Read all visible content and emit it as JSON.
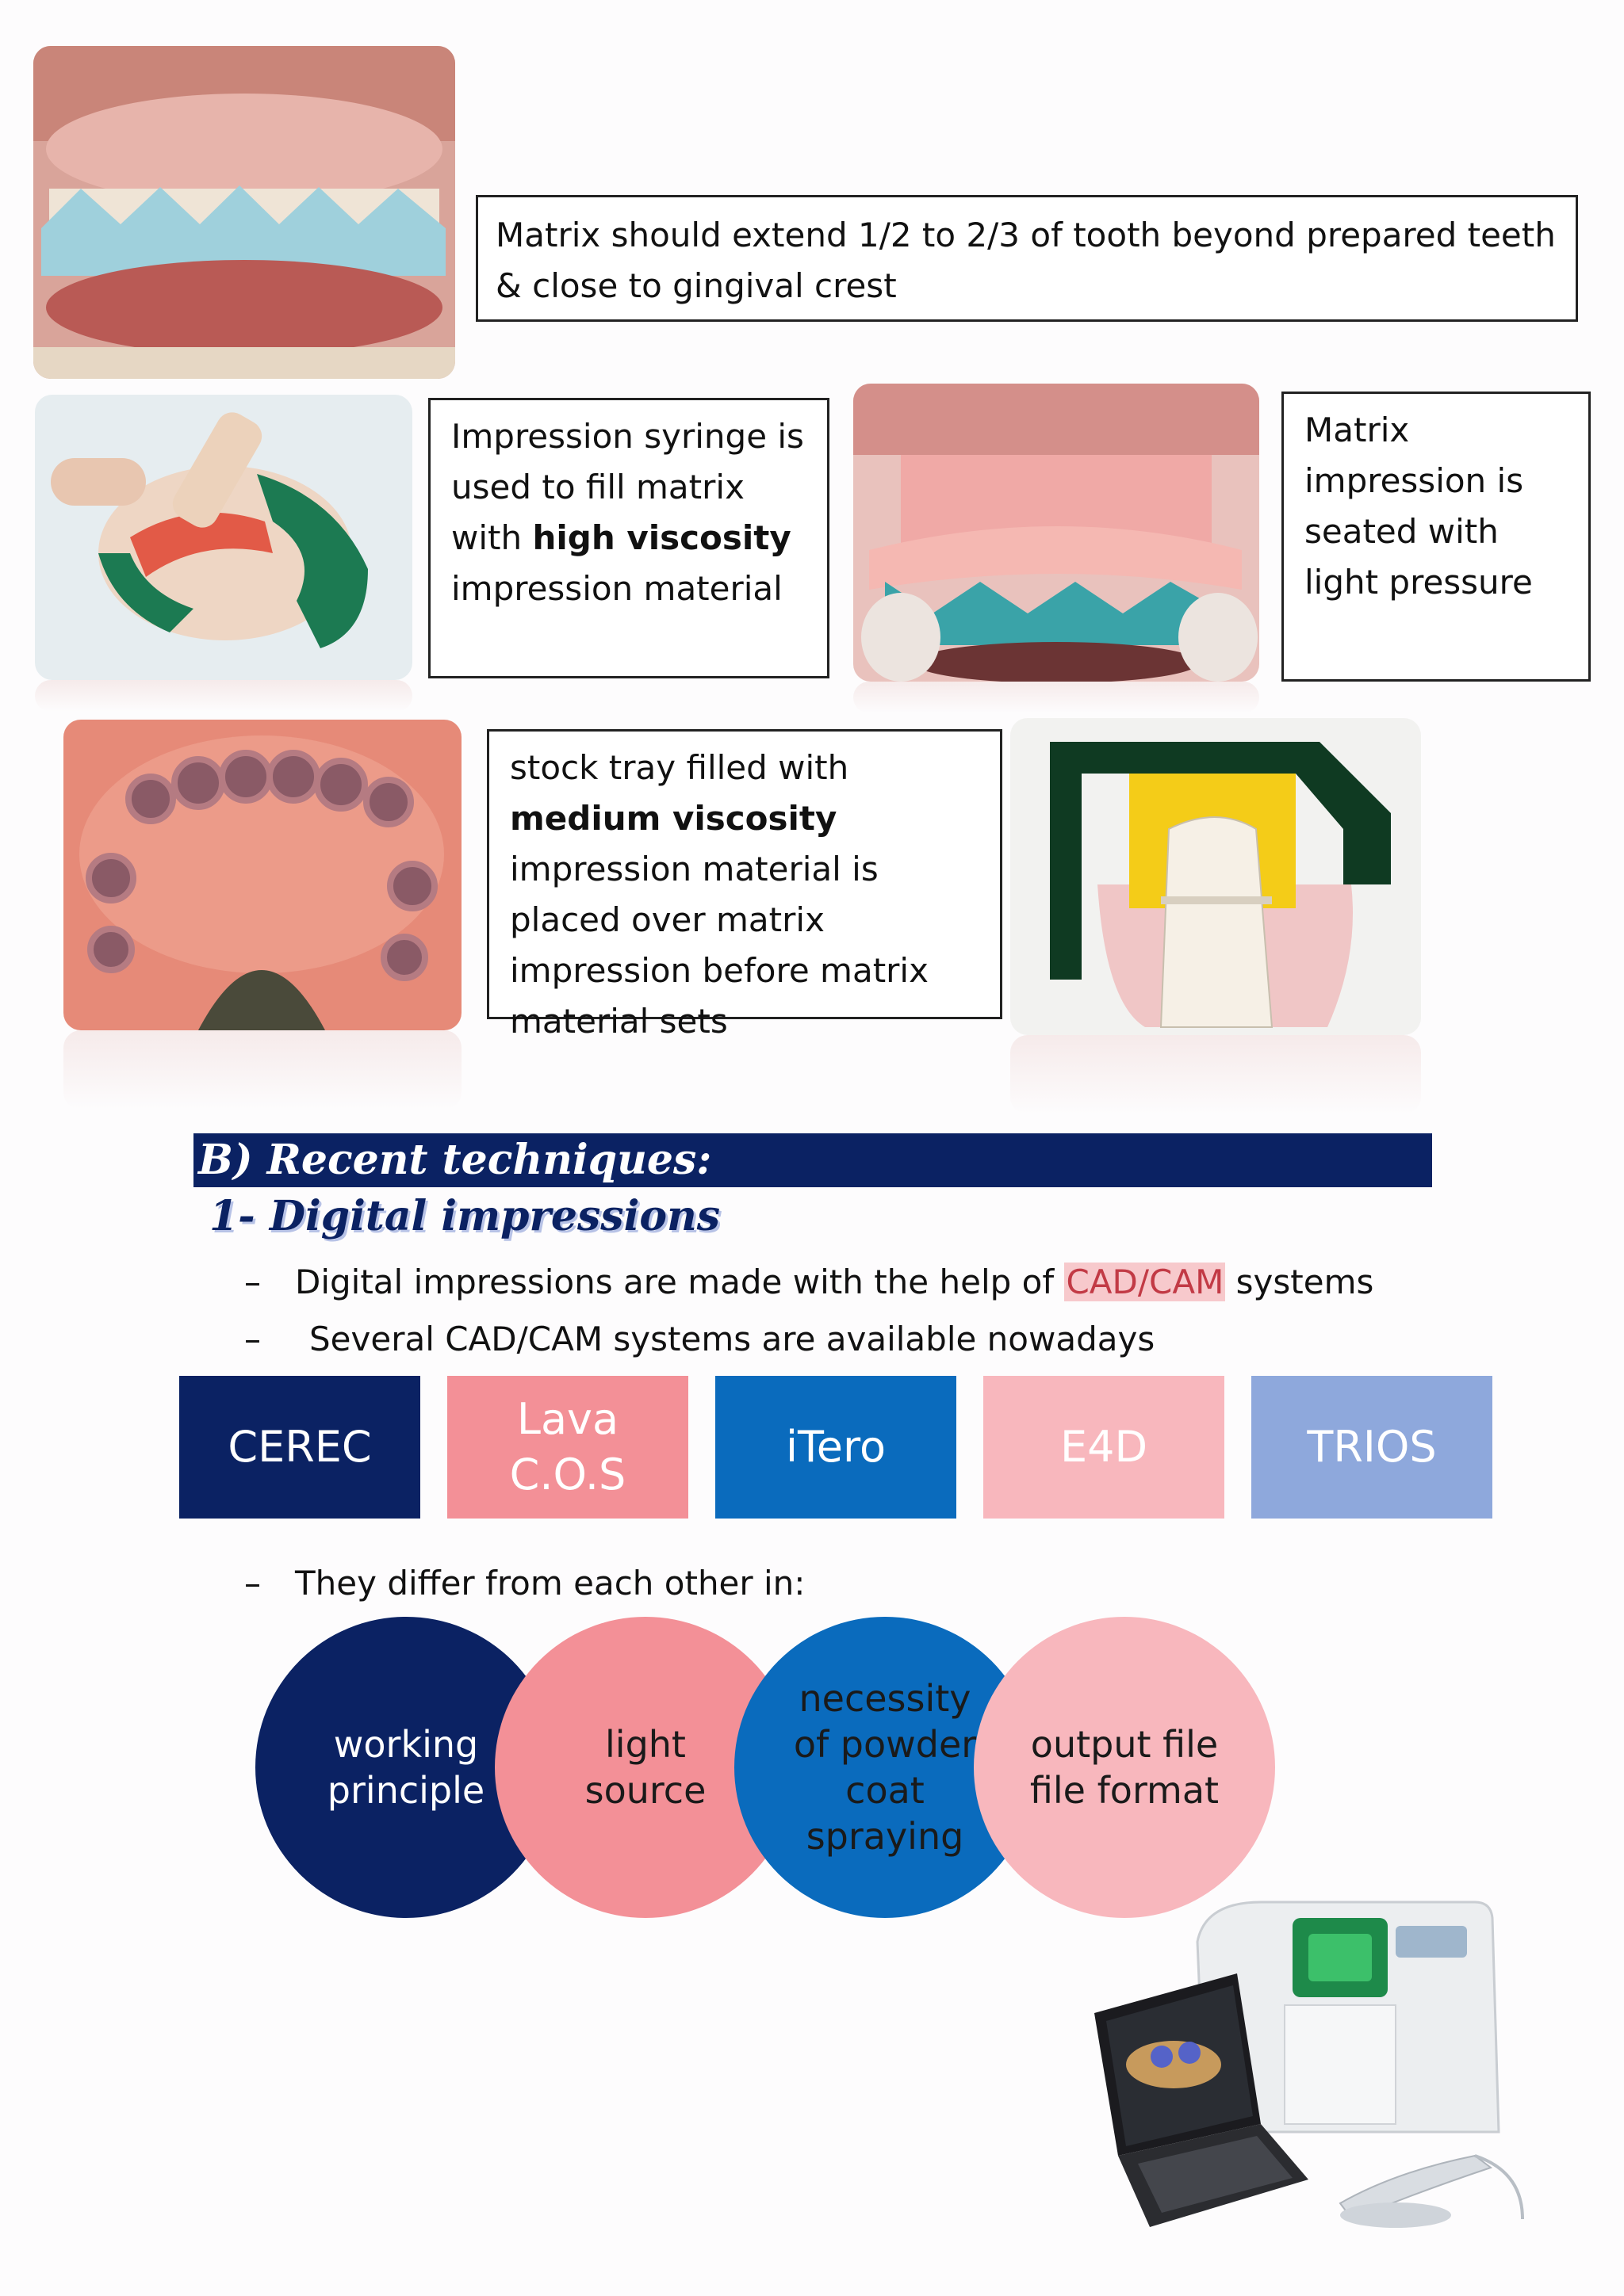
{
  "captions": {
    "matrix_extend": "Matrix should extend 1/2 to 2/3 of tooth beyond prepared teeth & close to gingival crest",
    "syringe": {
      "pre": "Impression syringe is used to fill matrix with",
      "bold": "high viscosity",
      "post": "impression material"
    },
    "seated": "Matrix impression is seated with light pressure",
    "stock_tray": {
      "pre": "stock tray filled with",
      "bold": "medium viscosity",
      "post": "impression material is placed over matrix impression before matrix material sets"
    }
  },
  "section": {
    "banner": "B) Recent techniques:",
    "subheading": "1- Digital impressions"
  },
  "bullets": {
    "b1_pre": "Digital impressions are made with the help of",
    "b1_highlight": "CAD/CAM",
    "b1_post": "systems",
    "b2": "Several CAD/CAM systems are available nowadays",
    "b3": "They differ from each other in:",
    "dash": "–"
  },
  "systems": [
    {
      "label": "CEREC",
      "color": "#0b2263"
    },
    {
      "label": "Lava C.O.S",
      "color": "#f39097"
    },
    {
      "label": "iTero",
      "color": "#0a6bbd"
    },
    {
      "label": "E4D",
      "color": "#f8b7bd"
    },
    {
      "label": "TRIOS",
      "color": "#8ea8dc"
    }
  ],
  "differences": [
    {
      "label": "working principle",
      "color": "#0b2263",
      "text_color": "#ffffff"
    },
    {
      "label": "light source",
      "color": "#f39097",
      "text_color": "#1a1a1a"
    },
    {
      "label": "necessity of powder coat spraying",
      "color": "#0a6bbd",
      "text_color": "#1a1a1a"
    },
    {
      "label": "output file file format",
      "color": "#f8b7bd",
      "text_color": "#1a1a1a"
    }
  ]
}
